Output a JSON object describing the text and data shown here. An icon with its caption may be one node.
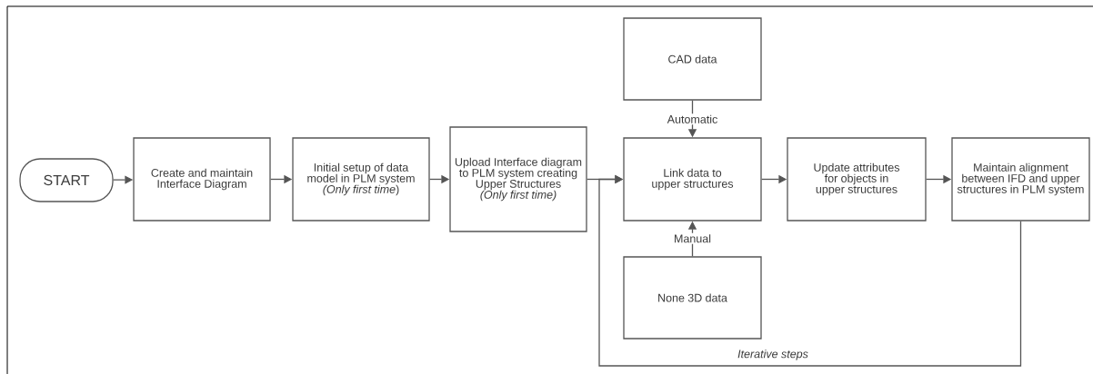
{
  "diagram": {
    "nodes": [
      {
        "text": [
          "START"
        ]
      },
      {
        "text": [
          "Create and maintain Interface Diagram"
        ]
      },
      {
        "text": [
          "Initial setup of data model in PLM system *(Only first time*)"
        ]
      },
      {
        "text": [
          "Upload Interface diagram to PLM system creating Upper Structures *(Only first time)*"
        ]
      },
      {
        "text": [
          "CAD data"
        ]
      },
      {
        "text": [
          "Link data to upper structures"
        ]
      },
      {
        "text": [
          "None 3D data"
        ]
      },
      {
        "text": [
          "Update attributes for objects in upper structures"
        ]
      },
      {
        "text": [
          "Maintain alignment between IFD and upper structures in PLM system"
        ]
      }
    ],
    "edges": [
      {
        "from": 0,
        "to": 1,
        "arrow": "to"
      },
      {
        "from": 1,
        "to": 2,
        "arrow": "to"
      },
      {
        "from": 2,
        "to": 3,
        "arrow": "to"
      },
      {
        "from": 3,
        "to": 5,
        "arrow": "to"
      },
      {
        "from": 4,
        "to": 5,
        "arrow": "to",
        "label": "Automatic"
      },
      {
        "from": 6,
        "to": 5,
        "arrow": "to",
        "label": "Manual"
      },
      {
        "from": 5,
        "to": 7,
        "arrow": "to"
      },
      {
        "from": 7,
        "to": 8,
        "arrow": "to"
      },
      {
        "from": 8,
        "to": 5,
        "arrow": "to",
        "label": "Iterative steps"
      }
    ]
  }
}
